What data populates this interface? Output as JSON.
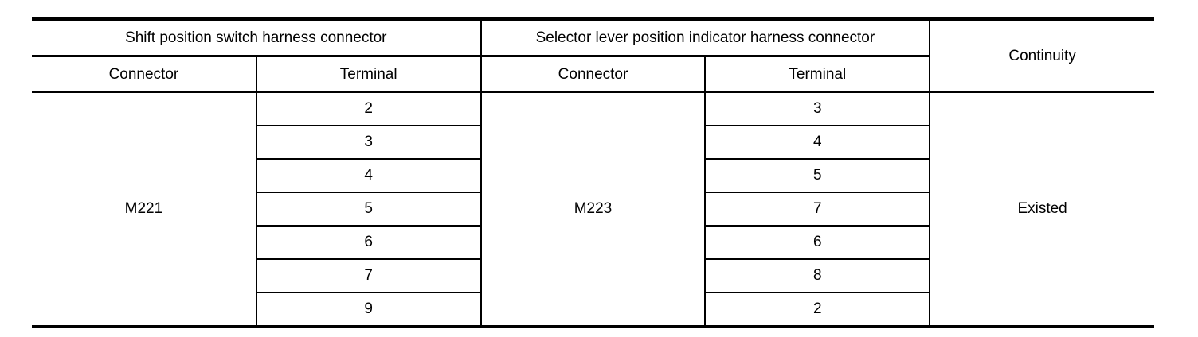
{
  "table": {
    "header_groups": [
      {
        "label": "Shift position switch harness connector"
      },
      {
        "label": "Selector lever position indicator harness connector"
      },
      {
        "label": "Continuity"
      }
    ],
    "subheaders": [
      "Connector",
      "Terminal",
      "Connector",
      "Terminal"
    ],
    "connectors": {
      "left": "M221",
      "right": "M223"
    },
    "continuity_value": "Existed",
    "rows": [
      {
        "left": "2",
        "right": "3"
      },
      {
        "left": "3",
        "right": "4"
      },
      {
        "left": "4",
        "right": "5"
      },
      {
        "left": "5",
        "right": "7"
      },
      {
        "left": "6",
        "right": "6"
      },
      {
        "left": "7",
        "right": "8"
      },
      {
        "left": "9",
        "right": "2"
      }
    ]
  },
  "colors": {
    "background": "#ffffff",
    "border": "#000000",
    "text": "#000000"
  }
}
